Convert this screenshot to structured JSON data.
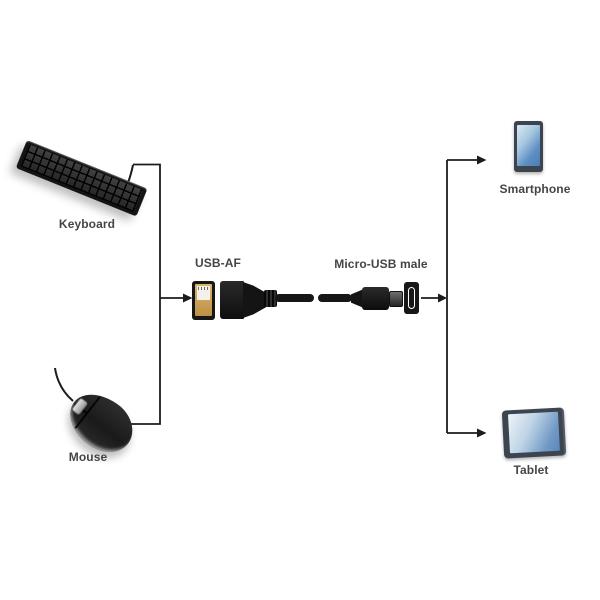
{
  "diagram": {
    "devices": {
      "keyboard": {
        "label": "Keyboard"
      },
      "mouse": {
        "label": "Mouse"
      },
      "smartphone": {
        "label": "Smartphone"
      },
      "tablet": {
        "label": "Tablet"
      }
    },
    "connectors": {
      "usb_af": {
        "label": "USB-AF"
      },
      "micro_usb": {
        "label": "Micro-USB male"
      }
    }
  },
  "theme": {
    "bg": "#ffffff",
    "line_color": "#1c1c1c",
    "label_color": "#454545",
    "device_frame": "#3c4450",
    "usb_gold": "#bd9146",
    "screen_light": "#dce9f4",
    "screen_dark": "#4a7db3"
  }
}
